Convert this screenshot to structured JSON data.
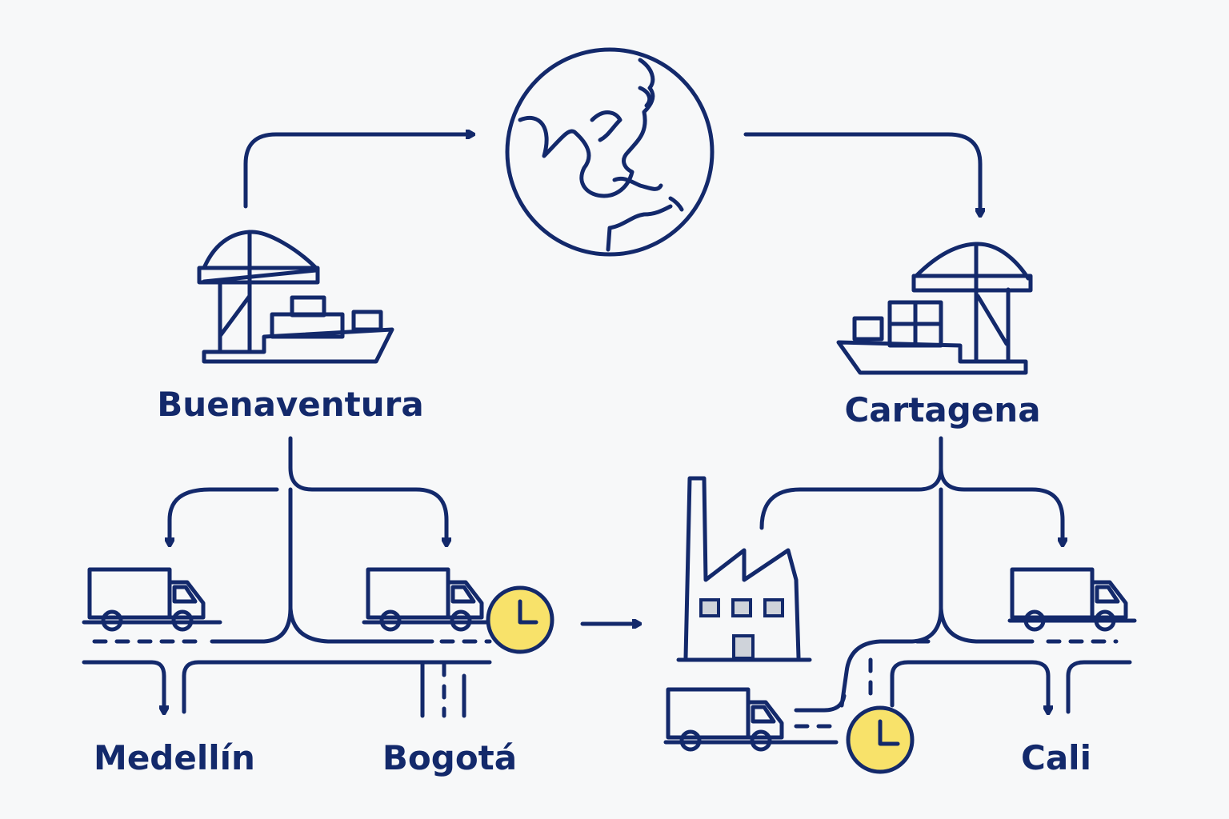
{
  "labels": {
    "origin_port": "Buenaventura",
    "destination_port": "Cartagena",
    "city_1": "Medellín",
    "city_2": "Bogotá",
    "city_3": "Cali"
  },
  "colors": {
    "stroke": "#13296b",
    "clock_fill": "#f8e26a",
    "background": "#f7f8f9"
  },
  "icons": [
    "globe-icon",
    "port-crane-ship-icon",
    "truck-icon",
    "clock-icon",
    "factory-icon"
  ]
}
